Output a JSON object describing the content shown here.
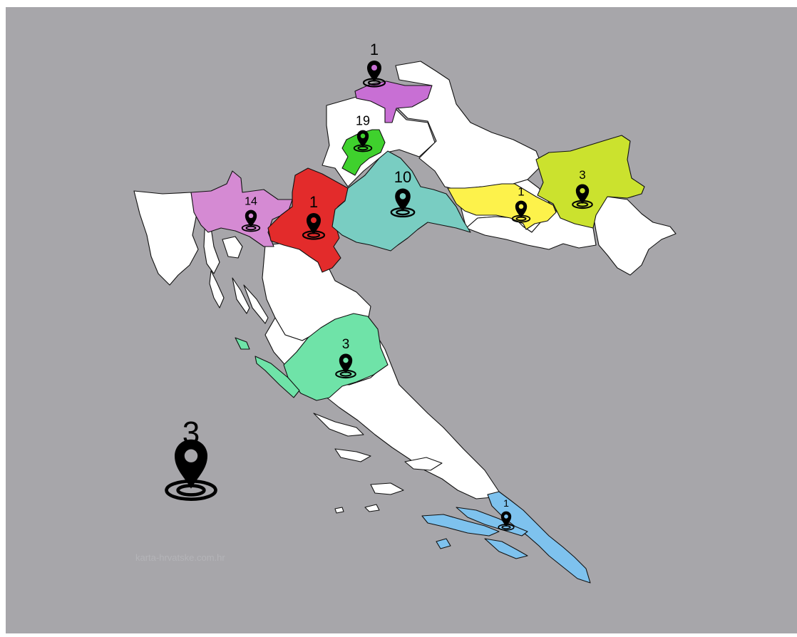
{
  "watermark": "karta-hrvatske.com.hr",
  "legend": {
    "count": "3",
    "icon": "location-pin-icon"
  },
  "colors": {
    "sea": "#a7a6aa",
    "land": "#ffffff",
    "border": "#111111",
    "marker": "#000000"
  },
  "regions": [
    {
      "id": "varazdin",
      "count": "1",
      "color": "#c86fd4"
    },
    {
      "id": "zagreb-city",
      "count": "19",
      "color": "#3fd12d"
    },
    {
      "id": "primorje-gorski-kotar",
      "count": "14",
      "color": "#d58ad3"
    },
    {
      "id": "karlovac",
      "count": "1",
      "color": "#e32b2b"
    },
    {
      "id": "sisak-moslavina",
      "count": "10",
      "color": "#79cdc2"
    },
    {
      "id": "brod-posavina",
      "count": "1",
      "color": "#fdf24b"
    },
    {
      "id": "osijek-baranja",
      "count": "3",
      "color": "#cbe22e"
    },
    {
      "id": "sibenik-knin",
      "count": "3",
      "color": "#6fe3a8"
    },
    {
      "id": "dubrovnik-neretva",
      "count": "1",
      "color": "#7ec2ee"
    }
  ]
}
